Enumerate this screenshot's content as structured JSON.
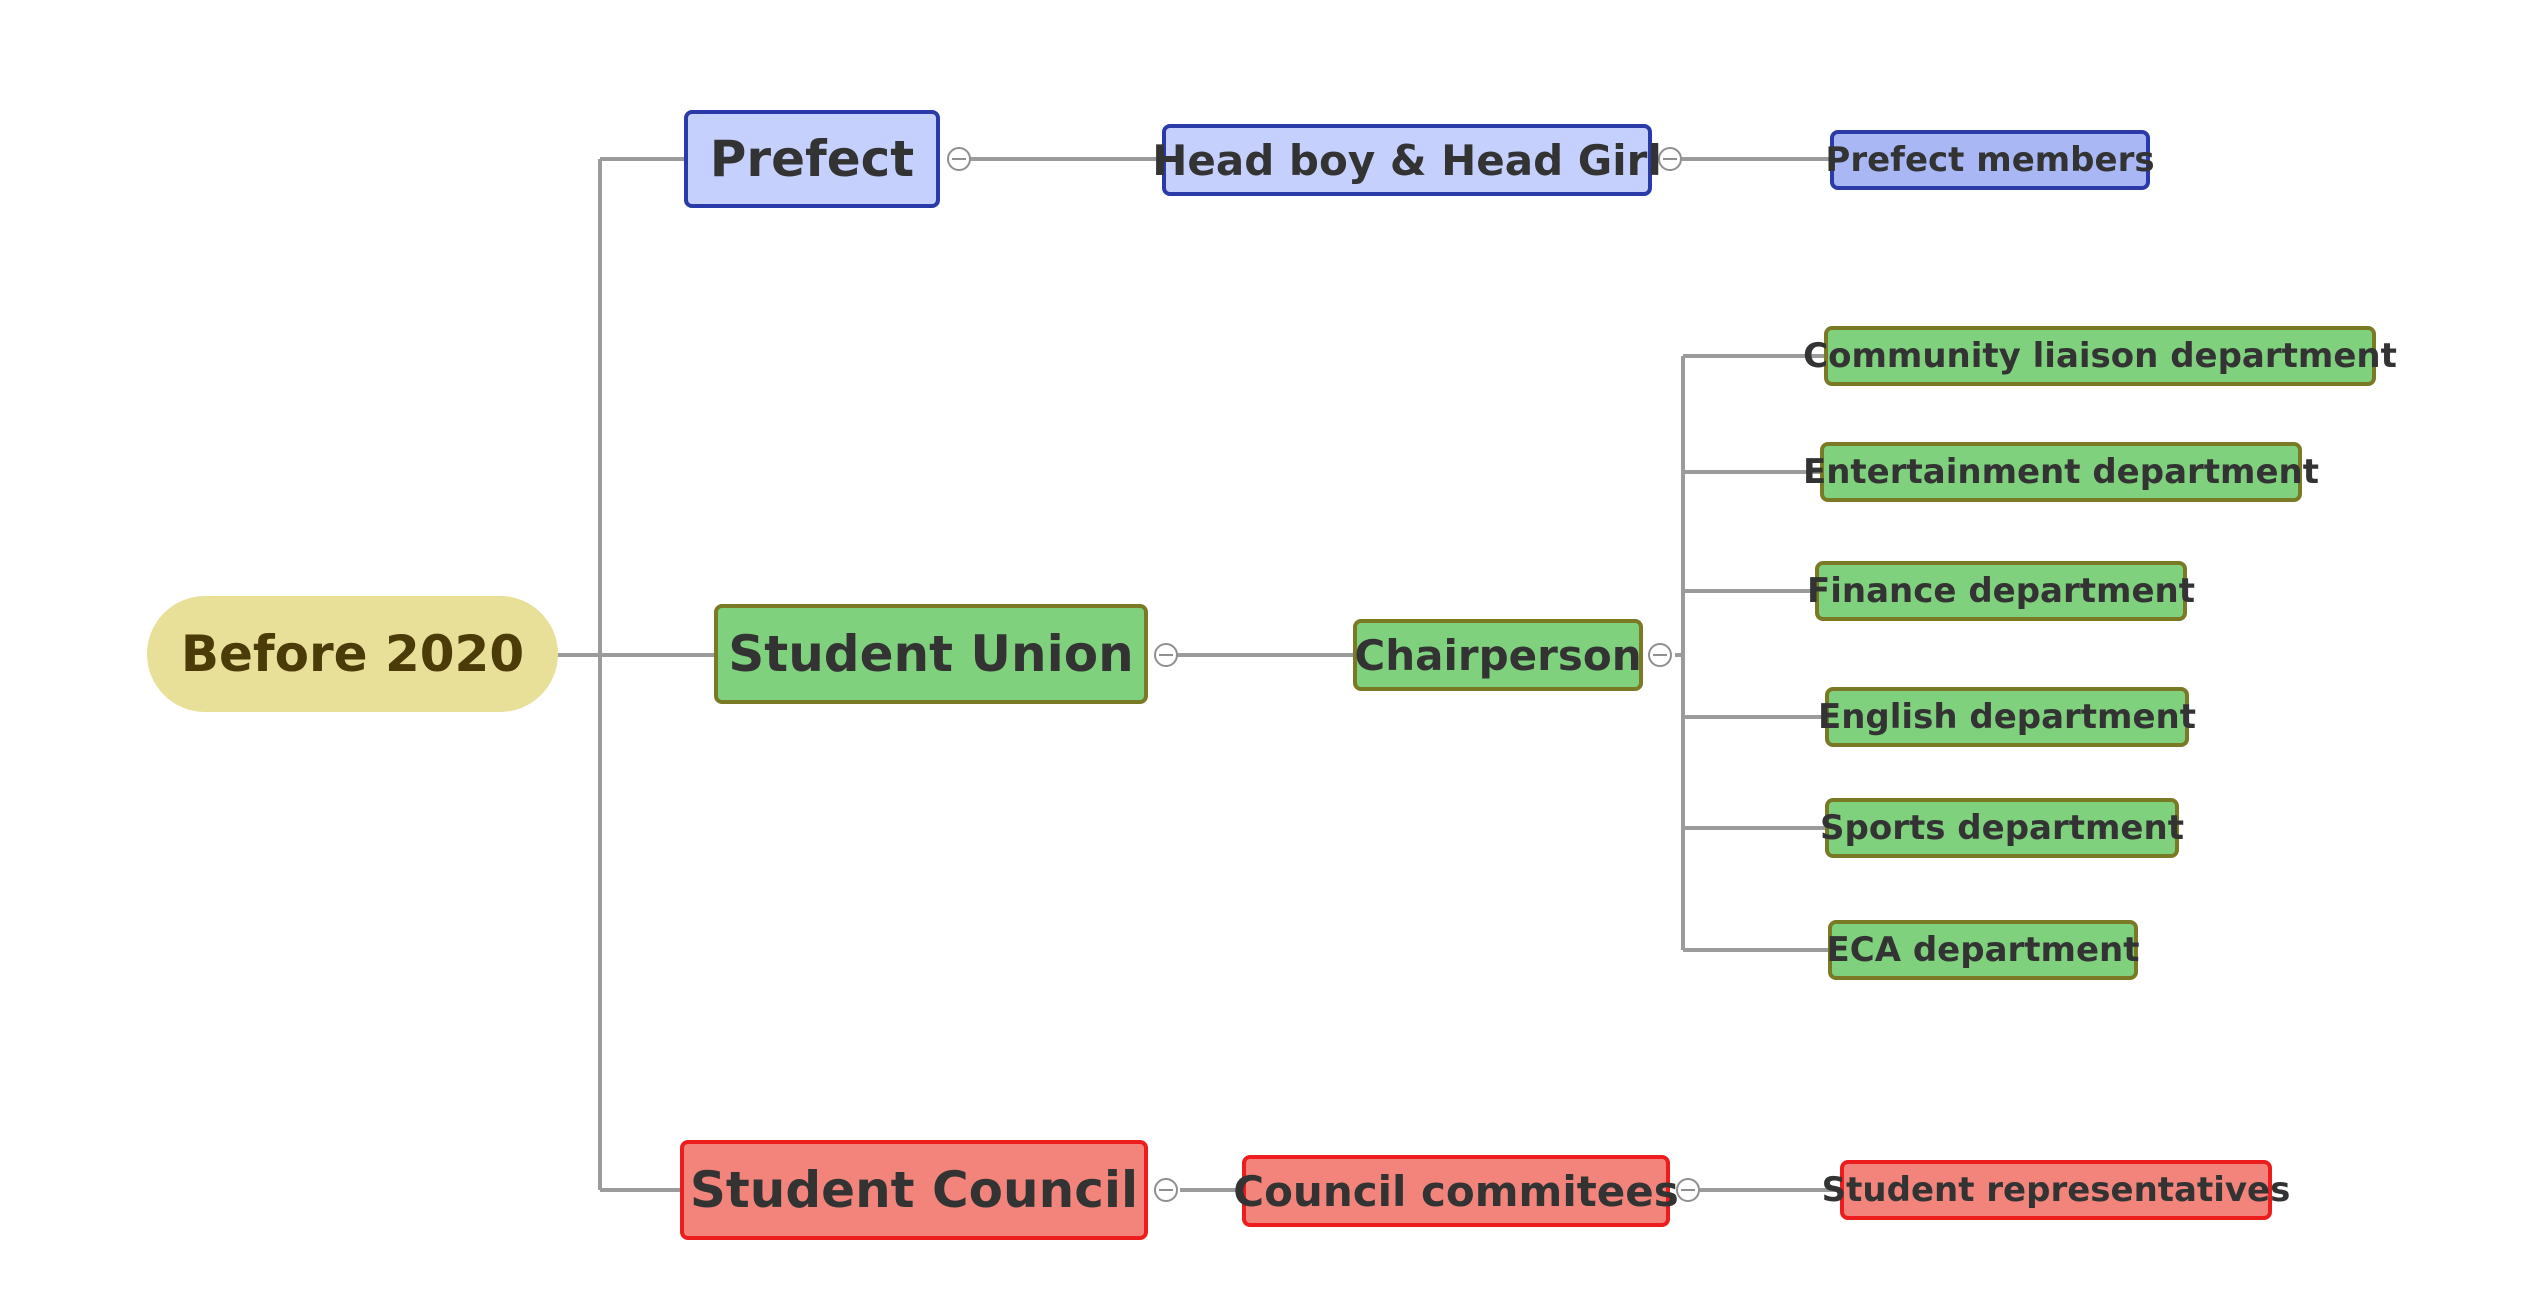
{
  "root": {
    "label": "Before 2020"
  },
  "branches": [
    {
      "label": "Prefect",
      "child": {
        "label": "Head boy & Head Girl"
      },
      "leaves": [
        "Prefect members"
      ]
    },
    {
      "label": "Student Union",
      "child": {
        "label": "Chairperson"
      },
      "leaves": [
        "Community liaison department",
        "Entertainment department",
        "Finance department",
        "English department",
        "Sports department",
        "ECA department"
      ]
    },
    {
      "label": "Student Council",
      "child": {
        "label": "Council commitees"
      },
      "leaves": [
        "Student representatives"
      ]
    }
  ],
  "colors": {
    "root_fill": "#e8df98",
    "prefect_fill": "#c6d0fc",
    "prefect_border": "#2a3aa8",
    "union_fill": "#80d17e",
    "union_border": "#7a7a26",
    "council_fill": "#f2847b",
    "council_border": "#ee1d1d",
    "connector": "#9b9b9b"
  },
  "icons": {
    "collapse": "collapse-minus-icon"
  }
}
